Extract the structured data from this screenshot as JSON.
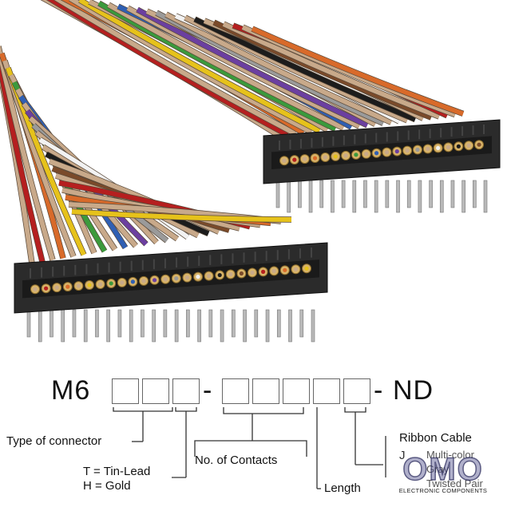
{
  "part_number": {
    "prefix": "M6",
    "dash": "-",
    "suffix": "ND"
  },
  "legend": {
    "type_of_connector": "Type of connector",
    "plating_tin": "T = Tin-Lead",
    "plating_gold": "H = Gold",
    "contacts": "No. of Contacts",
    "length": "Length",
    "ribbon_header": "Ribbon Cable",
    "ribbon_code_letter": "J",
    "ribbon_multicolor": "Multi-color",
    "ribbon_gray": "Gray",
    "ribbon_twisted": "Twisted Pair"
  },
  "watermark": {
    "letters": "OMO",
    "subtitle": "ELECTRONIC COMPONENTS"
  },
  "colors": {
    "connector_body": "#2b2b2b",
    "cable_tan": "#c8a98a",
    "cable_red": "#b51f1f",
    "wire_palette": [
      "#c8a98a",
      "#b51f1f",
      "#d86a2a",
      "#e6c21b",
      "#3b9a3c",
      "#2f5fb3",
      "#6b3fa0",
      "#9a9a9a",
      "#f2f2f2",
      "#1c1c1c",
      "#7a4a2a"
    ]
  }
}
